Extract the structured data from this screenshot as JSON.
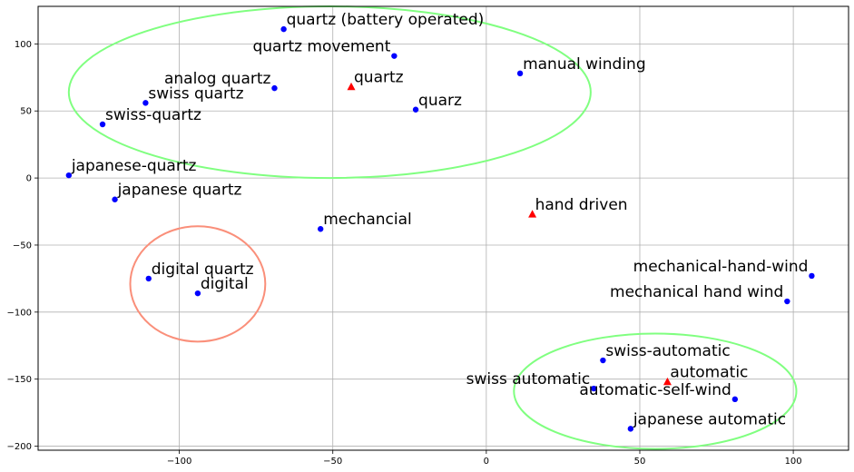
{
  "chart_data": {
    "type": "scatter",
    "title": "",
    "xlabel": "",
    "ylabel": "",
    "xlim": [
      -146,
      118
    ],
    "ylim": [
      -203,
      128
    ],
    "grid": true,
    "xticks": [
      {
        "value": -100,
        "label": "−100"
      },
      {
        "value": -50,
        "label": "−50"
      },
      {
        "value": 0,
        "label": "0"
      },
      {
        "value": 50,
        "label": "50"
      },
      {
        "value": 100,
        "label": "100"
      }
    ],
    "yticks": [
      {
        "value": 100,
        "label": "100"
      },
      {
        "value": 50,
        "label": "50"
      },
      {
        "value": 0,
        "label": "0"
      },
      {
        "value": -50,
        "label": "−50"
      },
      {
        "value": -100,
        "label": "−100"
      },
      {
        "value": -150,
        "label": "−150"
      },
      {
        "value": -200,
        "label": "−200"
      }
    ],
    "colors": {
      "point": "#0000ff",
      "centroid": "#ff0000",
      "cluster_green": "#80ff80",
      "cluster_salmon": "#fa8f7a",
      "grid": "#b0b0b0",
      "axis": "#000000"
    },
    "series": [
      {
        "marker": "circle",
        "color": "#0000ff",
        "points": [
          {
            "label": "quartz (battery operated)",
            "x": -66,
            "y": 111,
            "anchor": "start"
          },
          {
            "label": "quartz movement",
            "x": -30,
            "y": 91,
            "anchor": "end"
          },
          {
            "label": "analog quartz",
            "x": -69,
            "y": 67,
            "anchor": "end"
          },
          {
            "label": "quarz",
            "x": -23,
            "y": 51,
            "anchor": "start"
          },
          {
            "label": "manual winding",
            "x": 11,
            "y": 78,
            "anchor": "start"
          },
          {
            "label": "swiss quartz",
            "x": -111,
            "y": 56,
            "anchor": "start"
          },
          {
            "label": "swiss-quartz",
            "x": -125,
            "y": 40,
            "anchor": "start"
          },
          {
            "label": "japanese-quartz",
            "x": -136,
            "y": 2,
            "anchor": "start"
          },
          {
            "label": "japanese quartz",
            "x": -121,
            "y": -16,
            "anchor": "start"
          },
          {
            "label": "mechancial",
            "x": -54,
            "y": -38,
            "anchor": "start"
          },
          {
            "label": "digital quartz",
            "x": -110,
            "y": -75,
            "anchor": "start"
          },
          {
            "label": "digital",
            "x": -94,
            "y": -86,
            "anchor": "start"
          },
          {
            "label": "mechanical-hand-wind",
            "x": 106,
            "y": -73,
            "anchor": "end"
          },
          {
            "label": "mechanical hand wind",
            "x": 98,
            "y": -92,
            "anchor": "end"
          },
          {
            "label": "swiss-automatic",
            "x": 38,
            "y": -136,
            "anchor": "start"
          },
          {
            "label": "swiss automatic",
            "x": 35,
            "y": -157,
            "anchor": "end"
          },
          {
            "label": "automatic-self-wind",
            "x": 81,
            "y": -165,
            "anchor": "end"
          },
          {
            "label": "japanese automatic",
            "x": 47,
            "y": -187,
            "anchor": "start"
          }
        ]
      },
      {
        "marker": "triangle",
        "color": "#ff0000",
        "points": [
          {
            "label": "quartz",
            "x": -44,
            "y": 68,
            "anchor": "start"
          },
          {
            "label": "hand driven",
            "x": 15,
            "y": -27,
            "anchor": "start"
          },
          {
            "label": "automatic",
            "x": 59,
            "y": -152,
            "anchor": "start"
          }
        ]
      }
    ],
    "clusters": [
      {
        "color": "#80ff80",
        "cx": -51,
        "cy": 64,
        "rx": 85,
        "ry": 64
      },
      {
        "color": "#fa8f7a",
        "cx": -94,
        "cy": -79,
        "rx": 22,
        "ry": 43
      },
      {
        "color": "#80ff80",
        "cx": 55,
        "cy": -159,
        "rx": 46,
        "ry": 43
      }
    ]
  }
}
